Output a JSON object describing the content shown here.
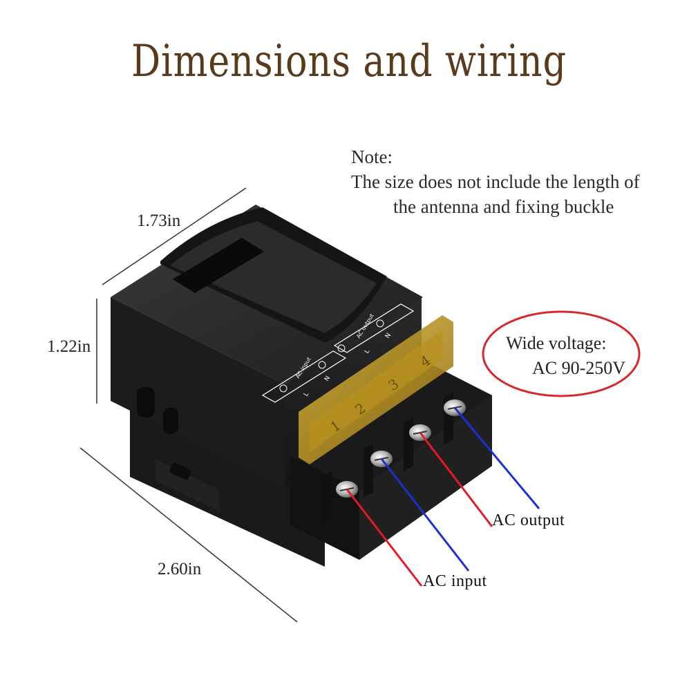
{
  "title": "Dimensions and wiring",
  "note": {
    "heading": "Note:",
    "line1": "The size does not include the length of",
    "line2": "the antenna and fixing buckle"
  },
  "dimensions": {
    "depth": "1.73in",
    "height": "1.22in",
    "length": "2.60in"
  },
  "voltage": {
    "line1": "Wide voltage:",
    "line2": "AC 90-250V",
    "ring_color": "#d8262b"
  },
  "callouts": {
    "output": "AC output",
    "input": "AC input"
  },
  "device_labels": {
    "input_block": "AC input",
    "output_block": "AC output",
    "live": "L",
    "neutral": "N"
  },
  "terminal_numbers": [
    "1",
    "2",
    "3",
    "4"
  ],
  "colors": {
    "title": "#5a3a1c",
    "live_wire": "#e01b24",
    "neutral_wire": "#1a2fd1",
    "housing": "#262626",
    "cover": "#c9a021"
  }
}
